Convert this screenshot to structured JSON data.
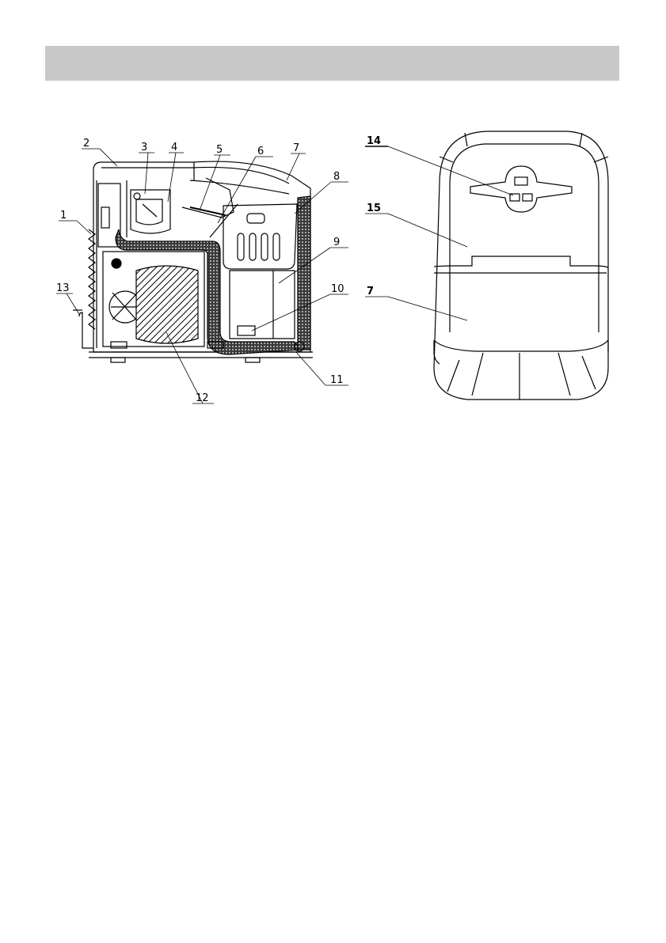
{
  "header": {
    "title": ""
  },
  "cross_section": {
    "callouts": [
      {
        "id": "c1",
        "label": "1"
      },
      {
        "id": "c2",
        "label": "2"
      },
      {
        "id": "c3",
        "label": "3"
      },
      {
        "id": "c4",
        "label": "4"
      },
      {
        "id": "c5",
        "label": "5"
      },
      {
        "id": "c6",
        "label": "6"
      },
      {
        "id": "c7",
        "label": "7"
      },
      {
        "id": "c8",
        "label": "8"
      },
      {
        "id": "c9",
        "label": "9"
      },
      {
        "id": "c10",
        "label": "10"
      },
      {
        "id": "c11",
        "label": "11"
      },
      {
        "id": "c12",
        "label": "12"
      },
      {
        "id": "c13",
        "label": "13"
      }
    ]
  },
  "top_view": {
    "callouts": [
      {
        "id": "c14",
        "label": "14"
      },
      {
        "id": "c15",
        "label": "15"
      },
      {
        "id": "c7b",
        "label": "7"
      }
    ]
  }
}
